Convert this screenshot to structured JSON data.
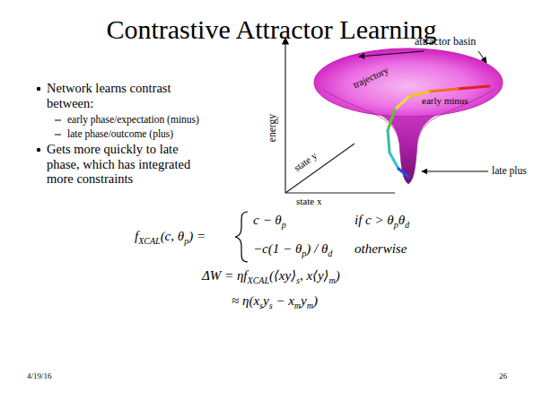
{
  "diagram": {
    "title": "Contrastive Attractor Learning",
    "labels": [
      "Network learns contrast between:",
      "early phase/expectation (minus)",
      "late phase/outcome (plus)",
      "Gets more quickly to late phase, which has integrated more constraints",
      "attractor basin",
      "trajectory",
      "early minus",
      "late plus",
      "energy",
      "state y",
      "state x",
      "f",
      "XCAL",
      "(c, θ",
      "p",
      ") =",
      "c − θ",
      "p",
      "if c > θ",
      "p",
      "θ",
      "d",
      "−c(1 − θ",
      "p",
      ") / θ",
      "d",
      "otherwise",
      "ΔW = ηf",
      "XCAL",
      "(⟨xy⟩",
      "s",
      ", x⟨y⟩",
      "m",
      ")",
      "≈ η(x",
      "s",
      "y",
      "s",
      " − x",
      "m",
      "y",
      "m",
      ")",
      "4/19/16",
      "26"
    ]
  }
}
